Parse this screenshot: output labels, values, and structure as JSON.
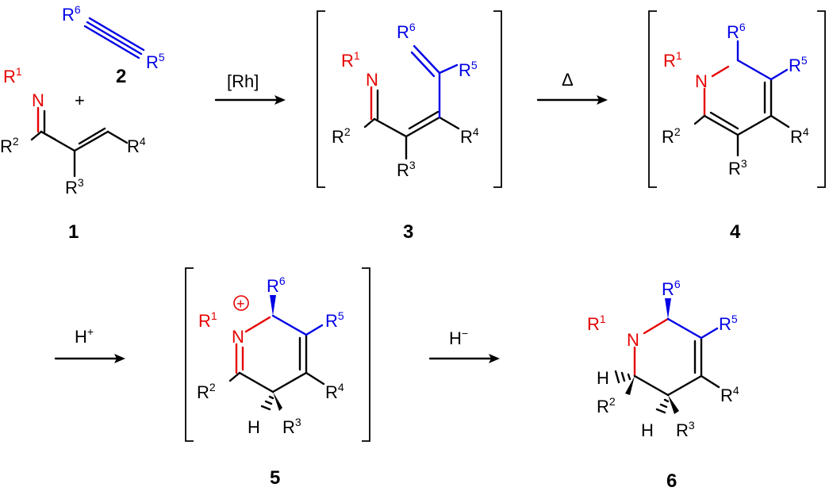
{
  "colors": {
    "substituent_red": "#e60000",
    "substituent_blue": "#0000e6",
    "bond_black": "#000000"
  },
  "labels": {
    "R1": "R",
    "R1_sup": "1",
    "R2": "R",
    "R2_sup": "2",
    "R3": "R",
    "R3_sup": "3",
    "R4": "R",
    "R4_sup": "4",
    "R5": "R",
    "R5_sup": "5",
    "R6": "R",
    "R6_sup": "6",
    "N": "N",
    "H": "H",
    "plus": "+",
    "cation": "+"
  },
  "arrows": {
    "step1": "[Rh]",
    "step2": "Δ",
    "step3": "H",
    "step3_sup": "+",
    "step4": "H",
    "step4_sup": "−"
  },
  "compounds": {
    "c1": "1",
    "c2": "2",
    "c3": "3",
    "c4": "4",
    "c5": "5",
    "c6": "6"
  }
}
